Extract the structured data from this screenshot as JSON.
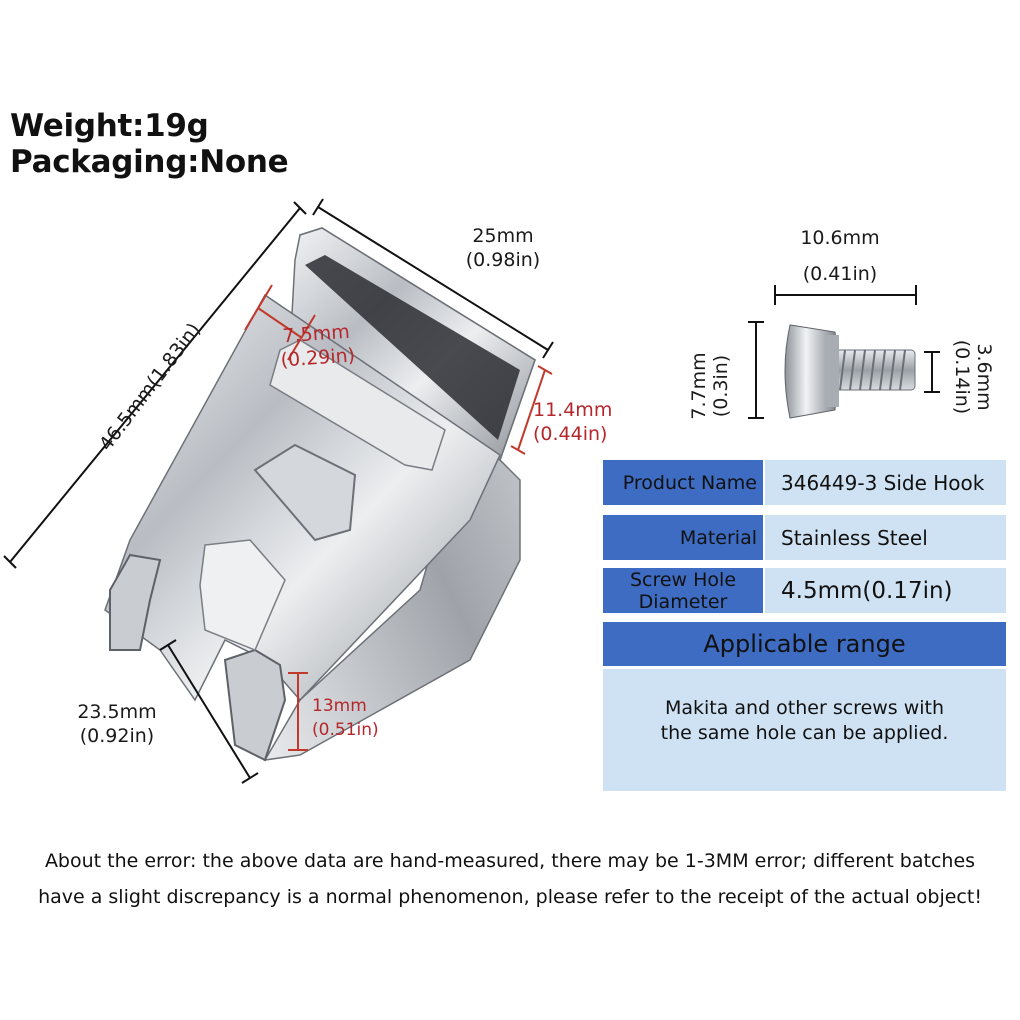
{
  "header": {
    "weight": "Weight:19g",
    "packaging": "Packaging:None"
  },
  "dimensions": {
    "top_width": {
      "mm": "25mm",
      "inch": "(0.98in)"
    },
    "height": {
      "text": "46.5mm(1.83in)"
    },
    "slot_width": {
      "mm": "7.5mm",
      "inch": "(0.29in)"
    },
    "side_depth": {
      "mm": "11.4mm",
      "inch": "(0.44in)"
    },
    "bottom_width": {
      "mm": "23.5mm",
      "inch": "(0.92in)"
    },
    "prong_height": {
      "mm": "13mm",
      "inch": "(0.51in)"
    }
  },
  "screw": {
    "length": {
      "mm": "10.6mm",
      "inch": "(0.41in)"
    },
    "head": {
      "mm": "7.7mm",
      "inch": "(0.3in)"
    },
    "thread": {
      "mm": "3.6mm",
      "inch": "(0.14in)"
    }
  },
  "specs": [
    {
      "label": "Product Name",
      "value": "346449-3 Side Hook"
    },
    {
      "label": "Material",
      "value": "Stainless Steel"
    },
    {
      "label_line1": "Screw Hole",
      "label_line2": "Diameter",
      "value": "4.5mm(0.17in)"
    }
  ],
  "range": {
    "title": "Applicable range",
    "line1": "Makita and other screws with",
    "line2": "the same hole can be applied."
  },
  "footnote": {
    "line1": "About the error: the above data are hand-measured, there may be 1-3MM error; different batches",
    "line2": "have a slight discrepancy is a normal phenomenon, please refer to the receipt of the actual object!"
  },
  "colors": {
    "label_blue": "#3d6cc2",
    "value_light_blue": "#cfe2f3",
    "dimension_red": "#b5272b"
  }
}
